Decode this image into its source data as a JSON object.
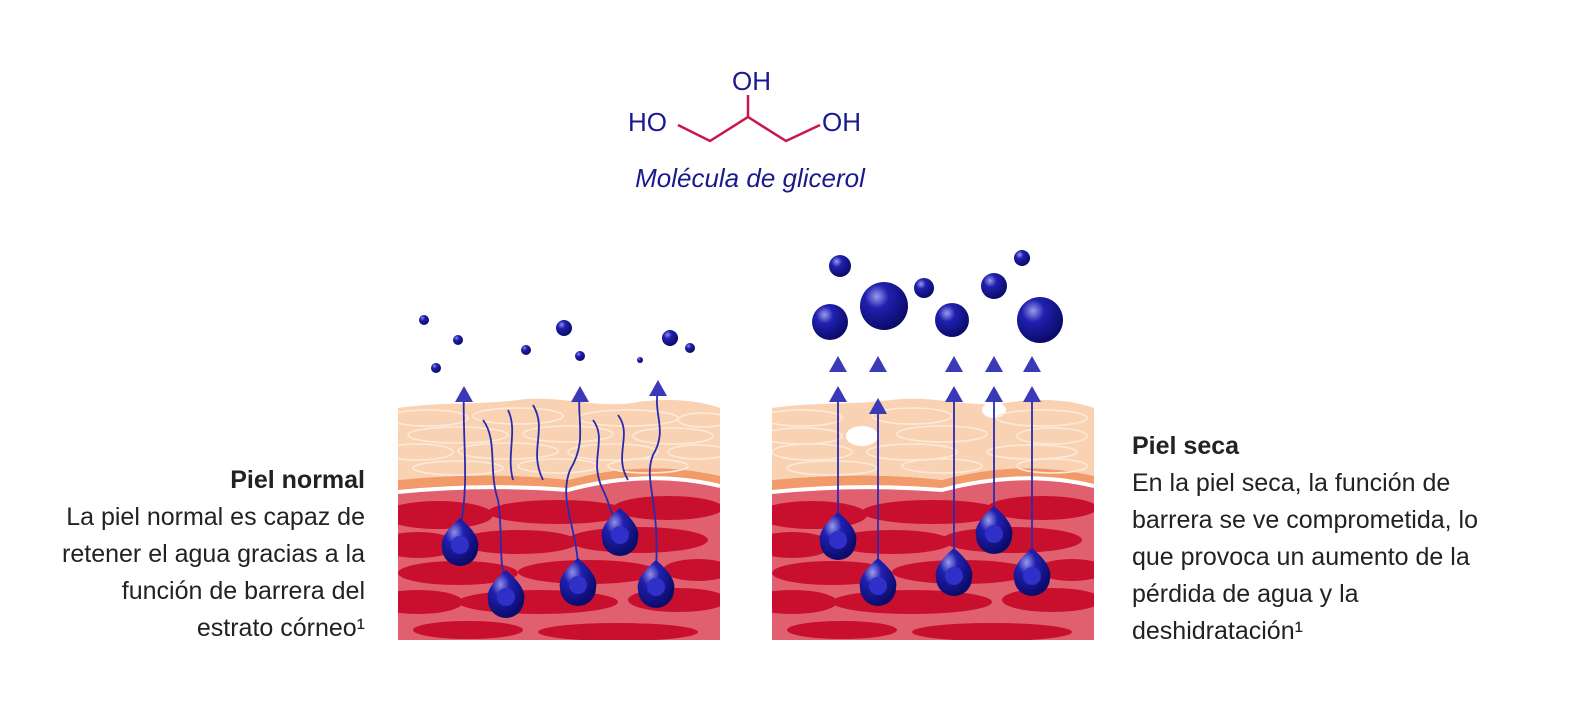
{
  "molecule": {
    "oh_top": "OH",
    "ho_left": "HO",
    "oh_right": "OH",
    "caption": "Molécula de glicerol",
    "bond_color": "#c8174a",
    "text_color": "#1a1a8c"
  },
  "normal": {
    "title": "Piel normal",
    "lines": [
      "La piel normal es capaz de",
      "retener el agua gracias a la",
      "función de barrera del",
      "estrato córneo¹"
    ]
  },
  "dry": {
    "title": "Piel seca",
    "lines": [
      "En la piel seca, la función de",
      "barrera se ve comprometida, lo",
      "que provoca un aumento de la",
      "pérdida de agua y la",
      "deshidratación¹"
    ]
  },
  "colors": {
    "stratum": "#f8d2b2",
    "stratum_line": "#fbe6d4",
    "membrane_orange": "#f29a6a",
    "dermis_red": "#c8102e",
    "dermis_pink": "#e0606f",
    "water_blue": "#1a1aa0",
    "arrow_blue": "#3a3ab8"
  }
}
